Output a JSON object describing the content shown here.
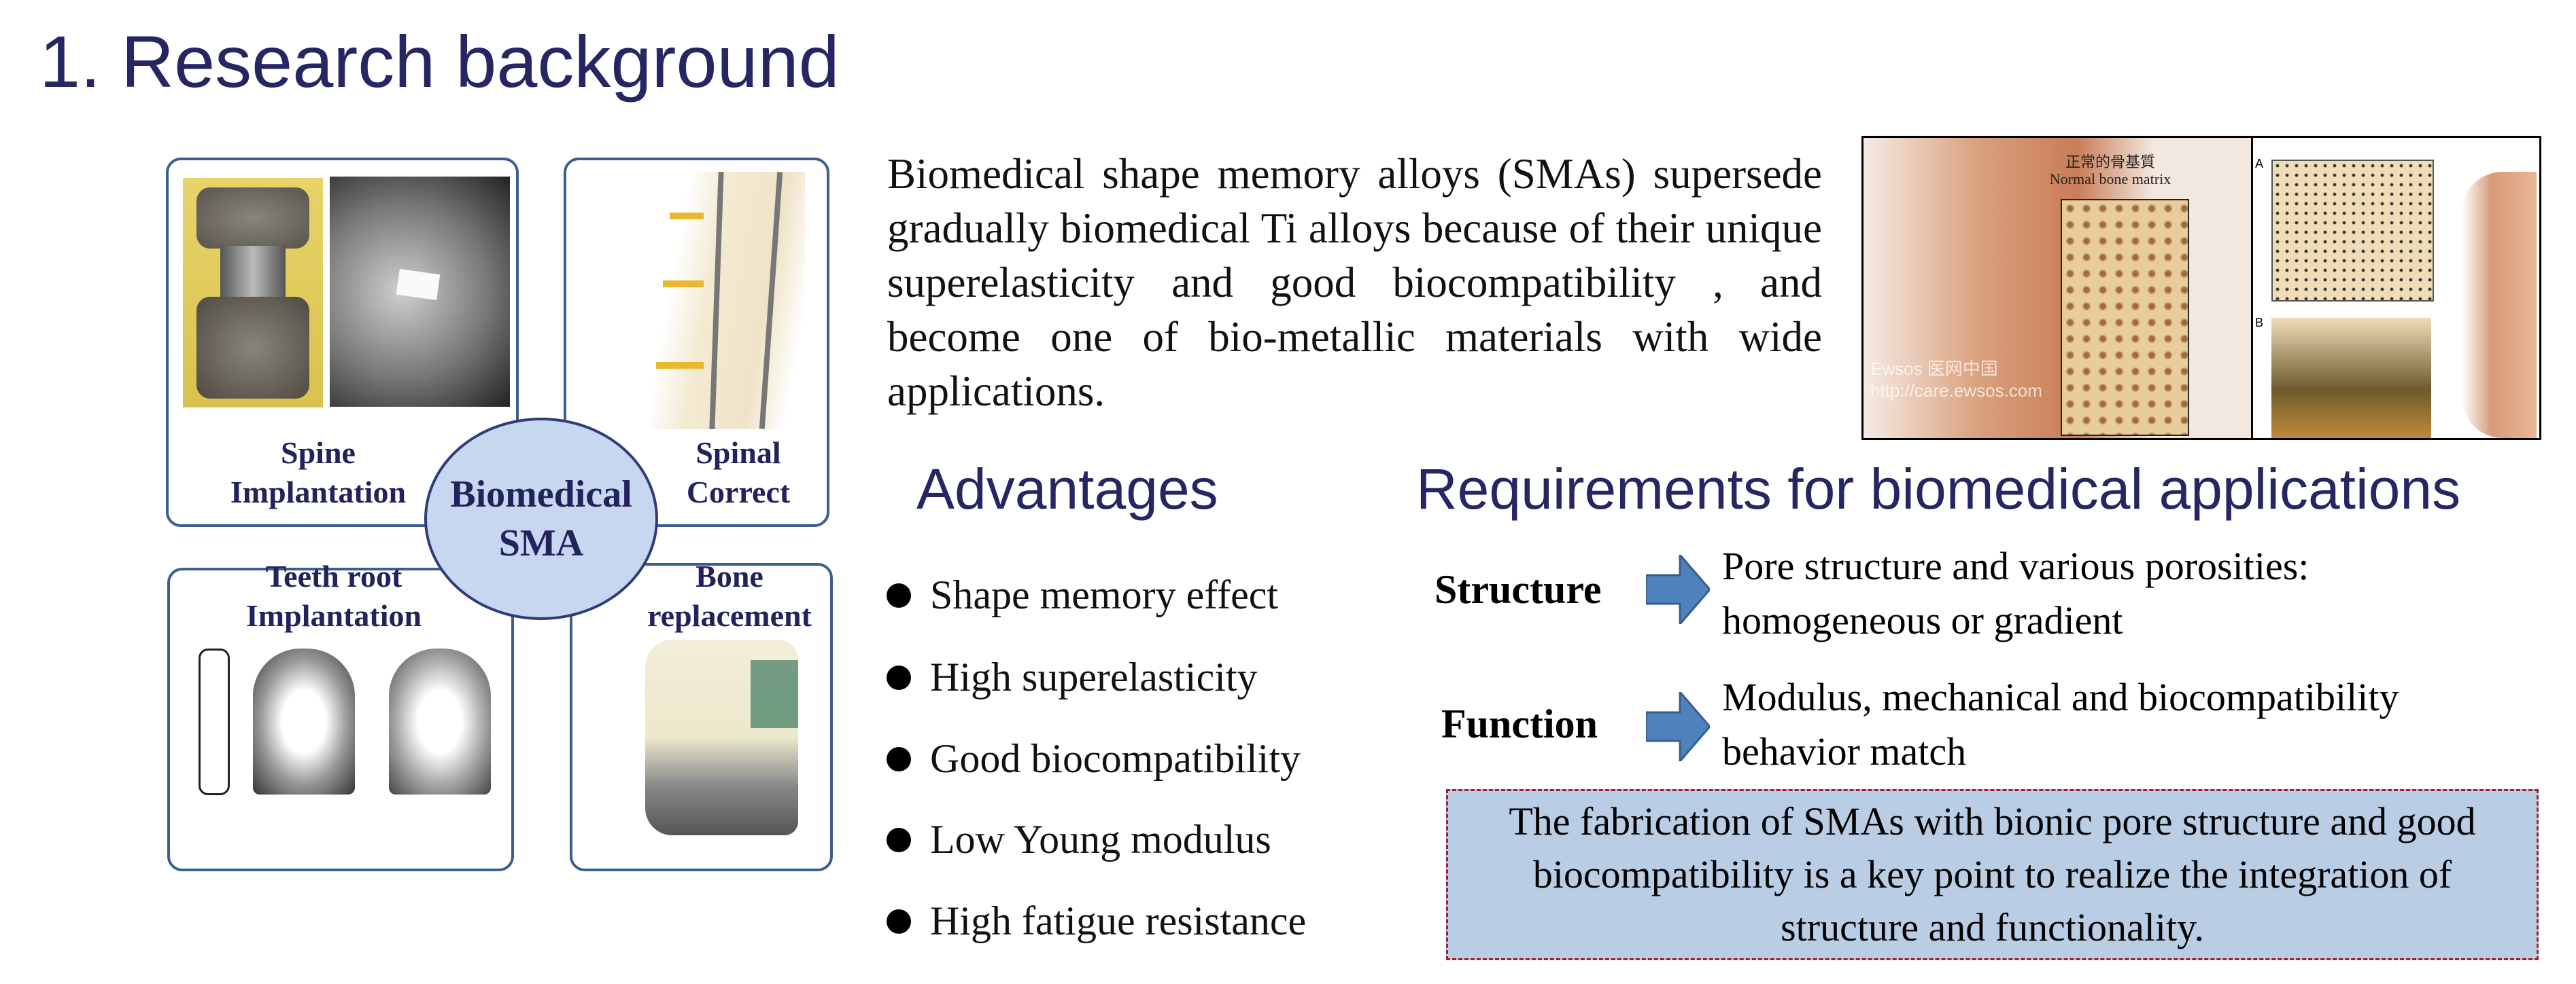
{
  "title": "1. Research background",
  "diagram": {
    "center": [
      "Biomedical",
      "SMA"
    ],
    "panels": [
      {
        "label": [
          "Spine",
          "Implantation"
        ]
      },
      {
        "label": [
          "Spinal",
          "Correct"
        ]
      },
      {
        "label": [
          "Teeth root",
          "Implantation"
        ]
      },
      {
        "label": [
          "Bone",
          "replacement"
        ]
      }
    ]
  },
  "intro": "Biomedical shape memory alloys (SMAs) supersede gradually biomedical Ti alloys because of their unique superelasticity and good biocompatibility , and become one of bio-metallic materials with wide applications.",
  "bone_image": {
    "caption_cn": "正常的骨基質",
    "caption_en": "Normal bone matrix",
    "panel_a": "A",
    "panel_b": "B",
    "watermark": "Ewsos 医网中国 http://care.ewsos.com"
  },
  "advantages": {
    "heading": "Advantages",
    "items": [
      "Shape memory effect",
      "High superelasticity",
      "Good biocompatibility",
      "Low Young modulus",
      "High fatigue resistance"
    ]
  },
  "requirements": {
    "heading": "Requirements for biomedical applications",
    "rows": [
      {
        "label": "Structure",
        "lines": [
          "Pore structure and various porosities:",
          "homogeneous or gradient"
        ]
      },
      {
        "label": "Function",
        "lines": [
          "Modulus, mechanical and biocompatibility",
          "behavior match"
        ]
      }
    ],
    "conclusion": "The fabrication of SMAs with bionic pore structure and good biocompatibility is a key point to realize the integration of structure and functionality."
  },
  "colors": {
    "title": "#262664",
    "hub_fill": "#c6d7ef",
    "panel_border": "#3d5f8f",
    "conclusion_fill": "#b9cde5",
    "conclusion_border": "#a0202a",
    "arrow": "#4f81bd"
  }
}
